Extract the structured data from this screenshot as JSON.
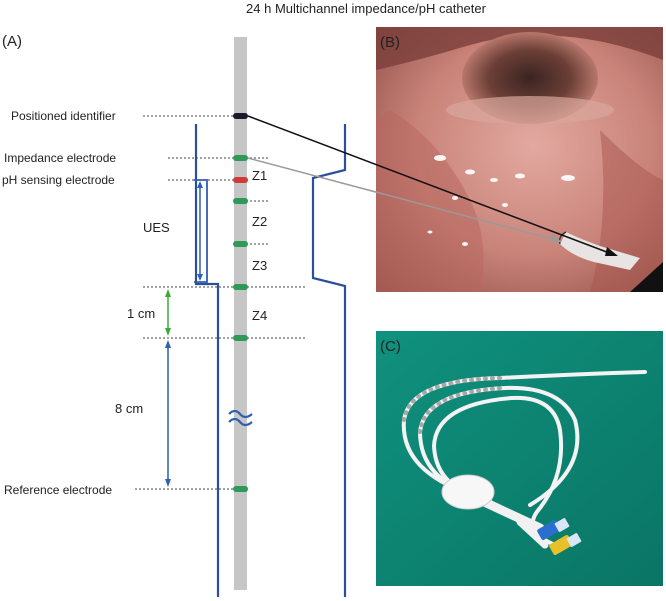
{
  "title": "24 h Multichannel impedance/pH catheter",
  "panels": {
    "a": "(A)",
    "b": "(B)",
    "c": "(C)"
  },
  "labels": {
    "positioned_identifier": "Positioned identifier",
    "impedance_electrode": "Impedance electrode",
    "ph_sensing_electrode": "pH sensing electrode",
    "reference_electrode": "Reference electrode"
  },
  "zones": {
    "z1": "Z1",
    "z2": "Z2",
    "z3": "Z3",
    "z4": "Z4"
  },
  "measurements": {
    "ues": "UES",
    "one_cm": "1 cm",
    "eight_cm": "8 cm"
  },
  "colors": {
    "catheter": "#c6c6c6",
    "impedance_electrode": "#2e9a58",
    "ph_electrode": "#d23a3a",
    "identifier": "#1a1a2e",
    "esophagus_wall": "#2b4f9a",
    "ues_bracket": "#2f5fb0",
    "one_cm_arrow": "#3aaa3a",
    "eight_cm_arrow": "#2f5fb0",
    "photo_c_bg": "#0e8a78"
  }
}
